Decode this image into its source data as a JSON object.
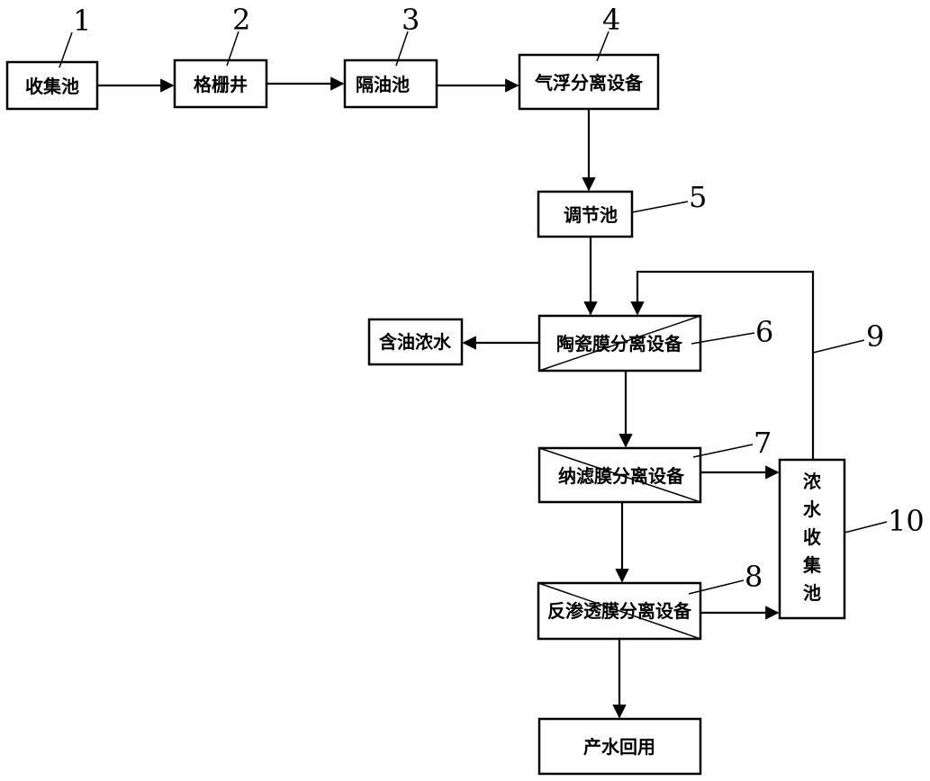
{
  "nodes": {
    "collection_tank": "收集池",
    "grate_well": "格栅井",
    "oil_separator": "隔油池",
    "air_flotation": "气浮分离设备",
    "regulating_tank": "调节池",
    "ceramic_membrane": "陶瓷膜分离设备",
    "oily_concentrate": "含油浓水",
    "nanofiltration": "纳滤膜分离设备",
    "reverse_osmosis": "反渗透膜分离设备",
    "concentrate_tank": [
      "浓",
      "水",
      "收",
      "集",
      "池"
    ],
    "product_water": "产水回用"
  },
  "numbers": {
    "n1": "1",
    "n2": "2",
    "n3": "3",
    "n4": "4",
    "n5": "5",
    "n6": "6",
    "n7": "7",
    "n8": "8",
    "n9": "9",
    "n10": "10"
  }
}
